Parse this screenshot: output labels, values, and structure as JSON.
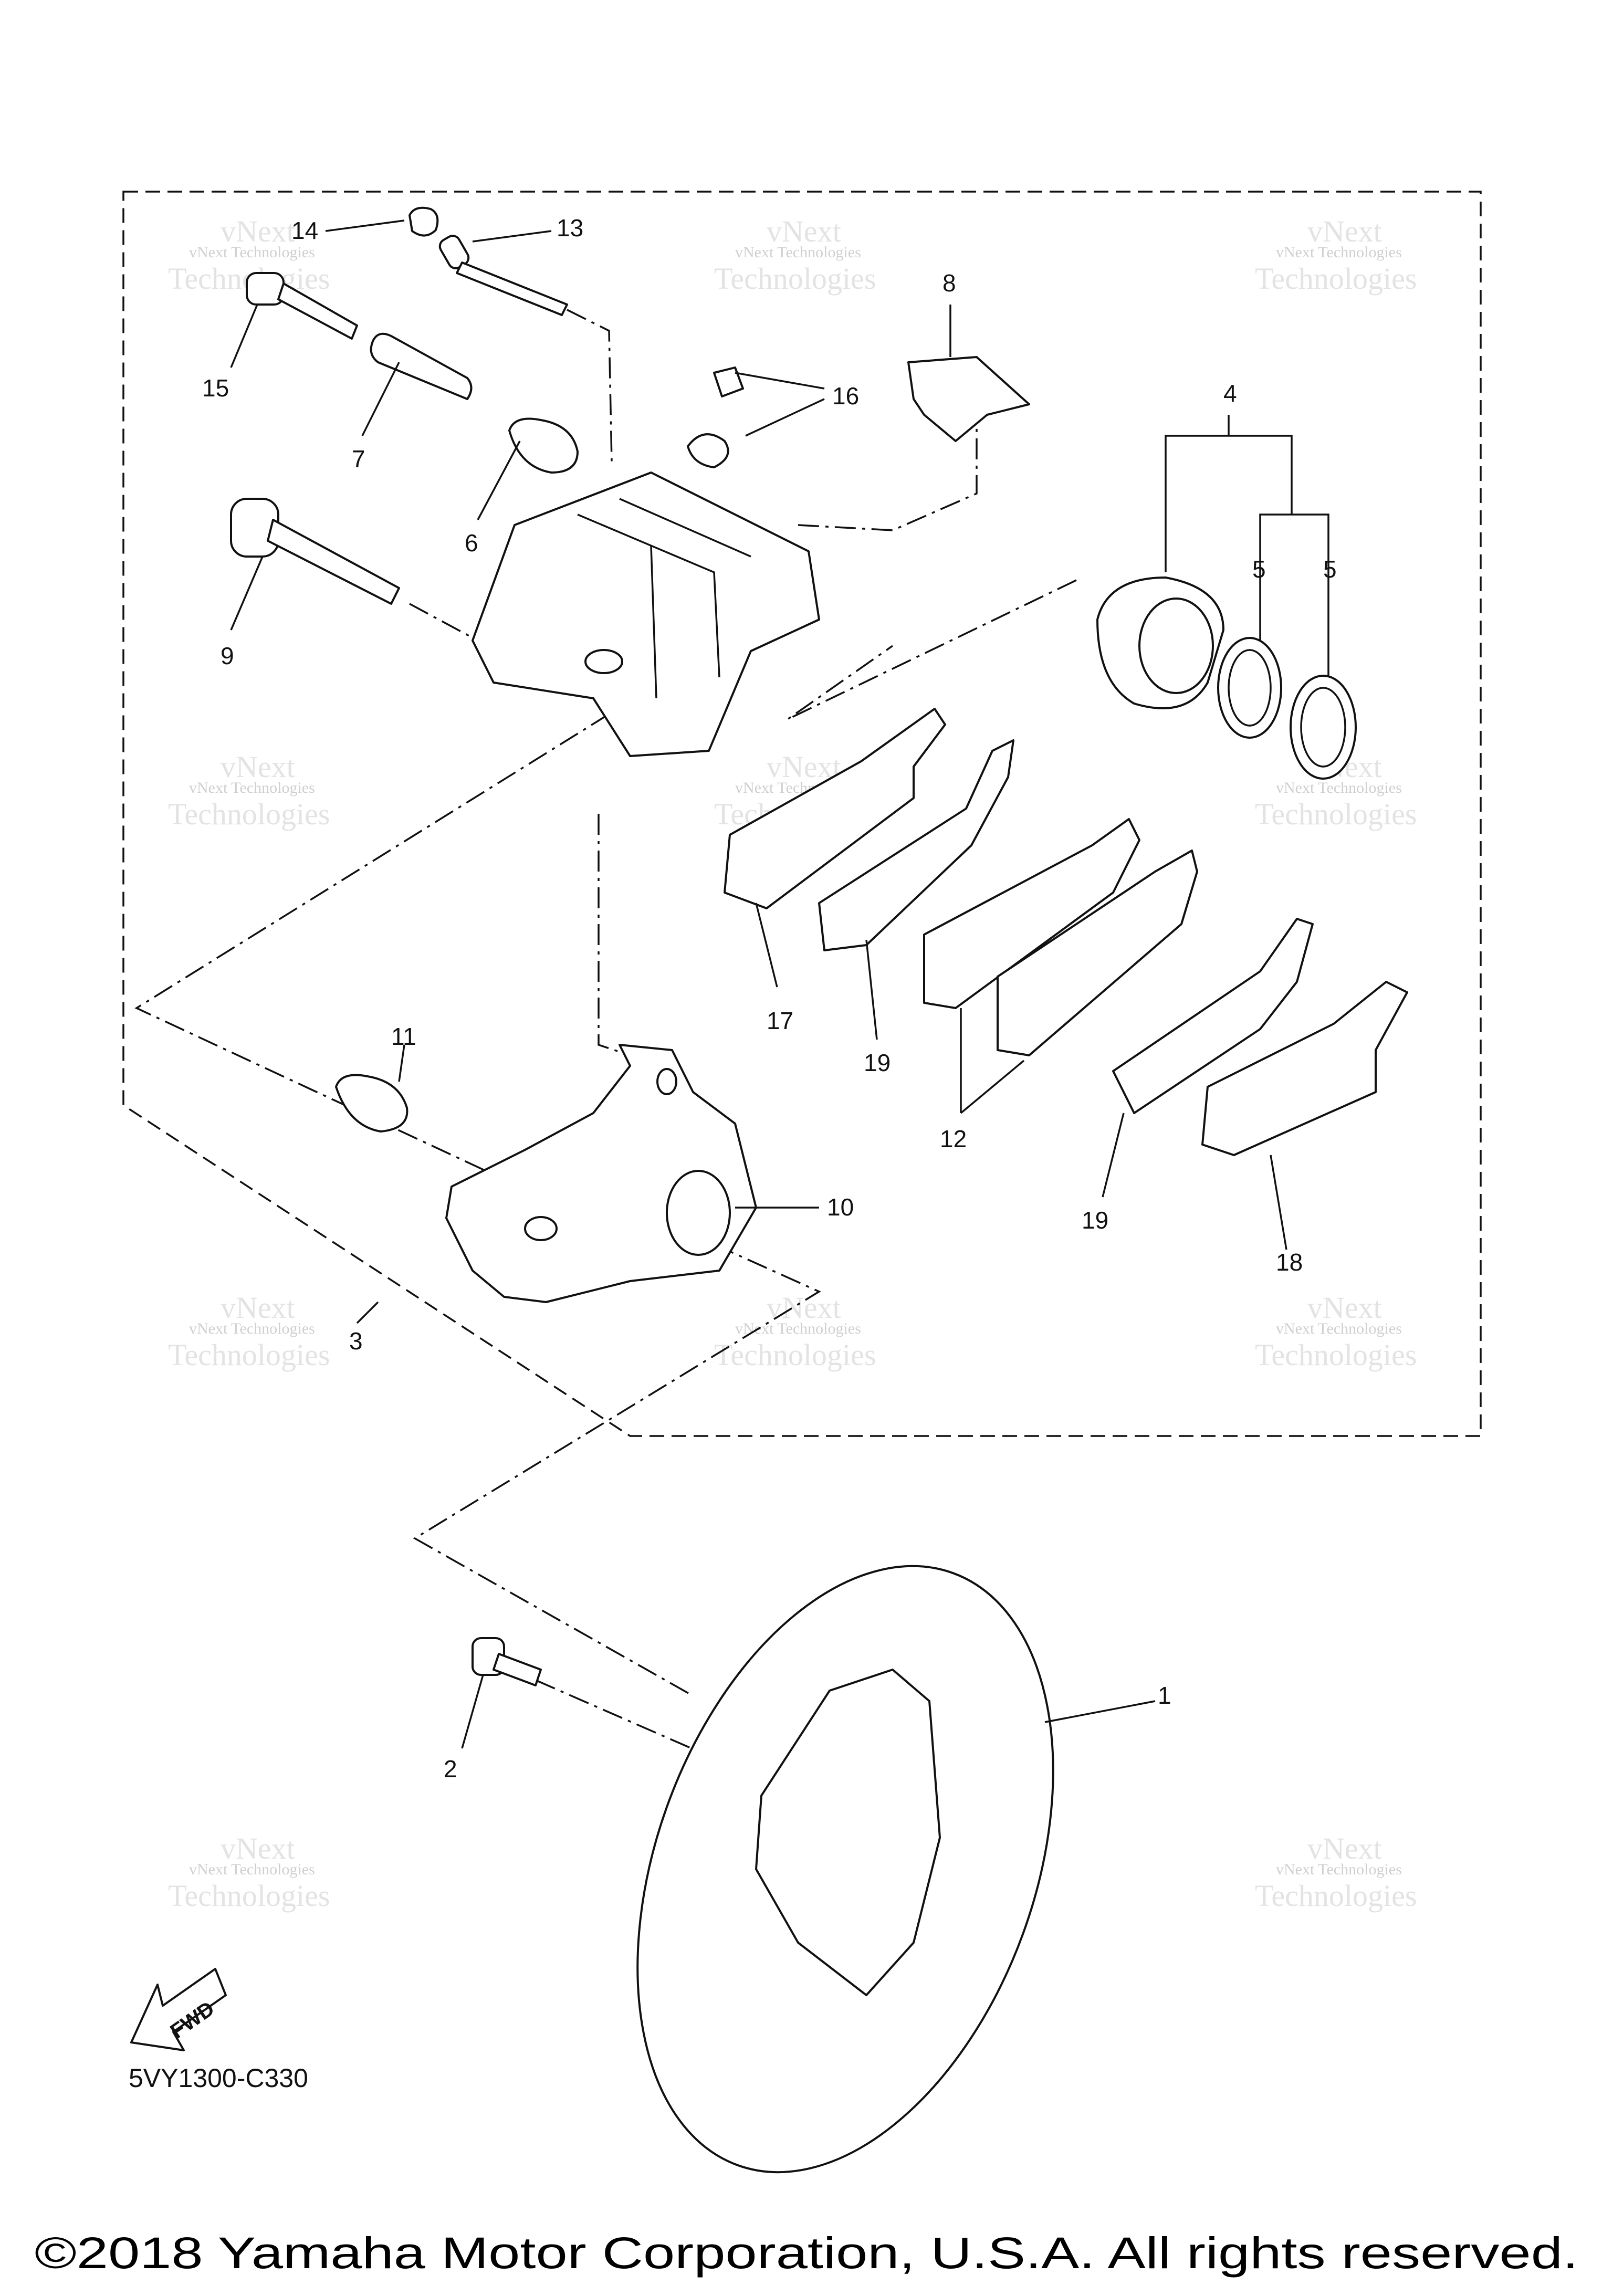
{
  "callouts": [
    {
      "label": "14"
    },
    {
      "label": "13"
    },
    {
      "label": "15"
    },
    {
      "label": "7"
    },
    {
      "label": "6"
    },
    {
      "label": "16"
    },
    {
      "label": "8"
    },
    {
      "label": "4"
    },
    {
      "label": "5"
    },
    {
      "label": "5"
    },
    {
      "label": "9"
    },
    {
      "label": "17"
    },
    {
      "label": "19"
    },
    {
      "label": "12"
    },
    {
      "label": "19"
    },
    {
      "label": "18"
    },
    {
      "label": "11"
    },
    {
      "label": "10"
    },
    {
      "label": "3"
    },
    {
      "label": "1"
    },
    {
      "label": "2"
    }
  ],
  "watermark": {
    "line1": "vNext Technologies",
    "line2": "vNext",
    "line3": "Technologies"
  },
  "fwd_label": "FWD",
  "diagram_code": "5VY1300-C330",
  "copyright": "©2018 Yamaha Motor Corporation, U.S.A. All rights reserved."
}
